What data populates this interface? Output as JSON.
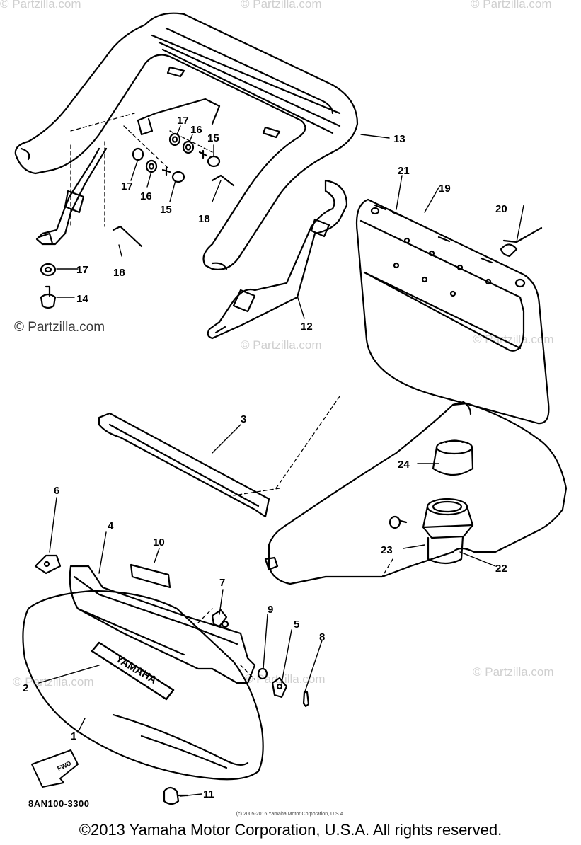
{
  "diagram": {
    "watermarks": [
      "© Partzilla.com",
      "© Partzilla.com",
      "© Partzilla.com",
      "© Partzilla.com",
      "© Partzilla.com",
      "© Partzilla.com",
      "© Partzilla.com",
      "© Partzilla.com"
    ],
    "primary_watermark": "© Partzilla.com",
    "callouts": [
      "13",
      "17",
      "16",
      "15",
      "17",
      "16",
      "15",
      "18",
      "17",
      "14",
      "18",
      "12",
      "21",
      "19",
      "20",
      "3",
      "24",
      "6",
      "4",
      "10",
      "23",
      "22",
      "7",
      "9",
      "5",
      "8",
      "2",
      "1",
      "11"
    ],
    "brand_plate_text": "YAMAHA",
    "fwd_arrow_text": "FWD",
    "part_code": "8AN100-3300",
    "small_copyright": "(c) 2005-2016 Yamaha Motor Corporation, U.S.A.",
    "main_copyright": "©2013 Yamaha Motor Corporation, U.S.A. All rights reserved."
  }
}
